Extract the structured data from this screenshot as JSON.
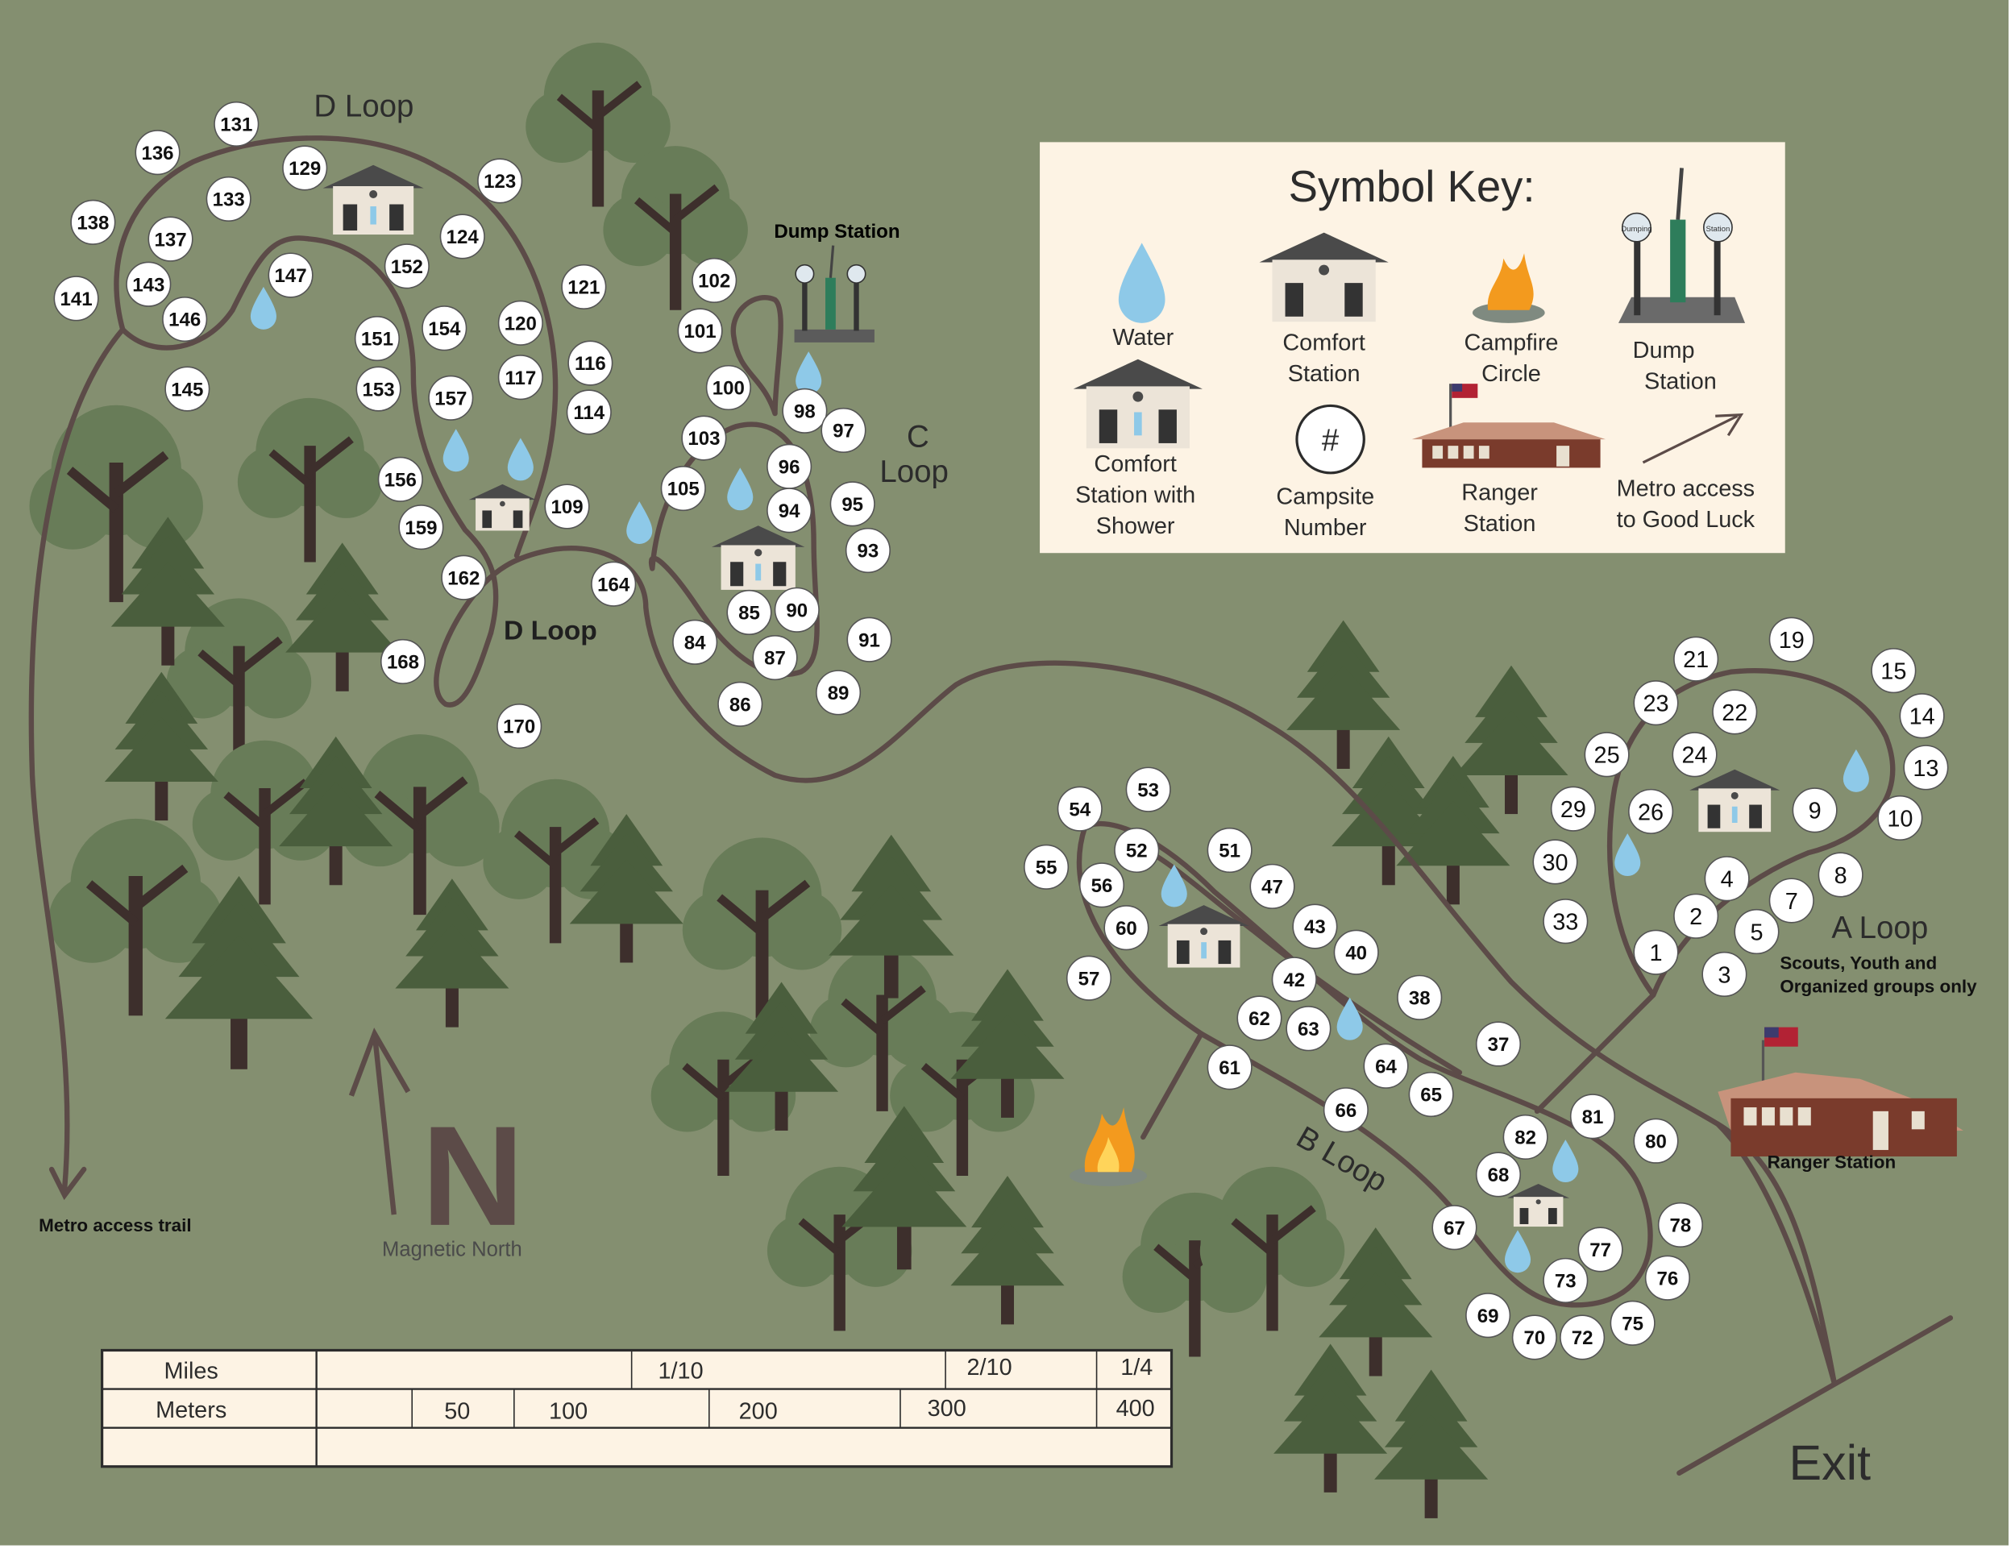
{
  "colors": {
    "background": "#848f70",
    "trail": "#5c4b48",
    "tree_dark": "#4a5e3d",
    "tree_light": "#687c58",
    "trunk": "#3d2f2c",
    "water": "#8ec9e8",
    "key_bg": "#fdf3e4",
    "site_fill": "#ffffff",
    "ranger_roof": "#c8937c",
    "ranger_wall": "#7a3b2c"
  },
  "loop_labels": {
    "d_loop_top": "D  Loop",
    "d_loop_mid": "D Loop",
    "c_loop_1": "C",
    "c_loop_2": "Loop",
    "b_loop": "B Loop",
    "a_loop": "A  Loop",
    "a_loop_note_1": "Scouts, Youth and",
    "a_loop_note_2": "Organized groups only"
  },
  "labels": {
    "dump_station": "Dump Station",
    "ranger_station": "Ranger Station",
    "metro_trail": "Metro access trail",
    "magnetic_north": "Magnetic North",
    "north_letter": "N",
    "exit": "Exit"
  },
  "key": {
    "title": "Symbol Key:",
    "water": "Water",
    "comfort_1": "Comfort",
    "comfort_2": "Station",
    "campfire_1": "Campfire",
    "campfire_2": "Circle",
    "dump_1": "Dump",
    "dump_2": "Station",
    "shower_1": "Comfort",
    "shower_2": "Station with",
    "shower_3": "Shower",
    "site_symbol": "#",
    "site_1": "Campsite",
    "site_2": "Number",
    "ranger_1": "Ranger",
    "ranger_2": "Station",
    "metro_1": "Metro access",
    "metro_2": "to Good Luck",
    "dump_sign_1": "Dumping",
    "dump_sign_2": "Station"
  },
  "scale": {
    "miles_label": "Miles",
    "meters_label": "Meters",
    "miles": [
      "1/10",
      "2/10",
      "1/4"
    ],
    "meters": [
      "50",
      "100",
      "200",
      "300",
      "400"
    ]
  },
  "sites_upper": [
    "131",
    "136",
    "138",
    "141",
    "129",
    "133",
    "137",
    "143",
    "146",
    "147",
    "145",
    "123",
    "124",
    "152",
    "121",
    "151",
    "154",
    "120",
    "153",
    "117",
    "116",
    "157",
    "114",
    "156",
    "109",
    "159",
    "162",
    "164",
    "168",
    "170",
    "102",
    "101",
    "100",
    "98",
    "97",
    "103",
    "96",
    "105",
    "94",
    "95",
    "93",
    "85",
    "90",
    "84",
    "87",
    "91",
    "86",
    "89"
  ],
  "sites_lower": [
    "53",
    "54",
    "55",
    "52",
    "56",
    "60",
    "57",
    "51",
    "47",
    "43",
    "40",
    "42",
    "62",
    "63",
    "38",
    "37",
    "61",
    "64",
    "65",
    "66",
    "81",
    "82",
    "80",
    "68",
    "67",
    "78",
    "77",
    "73",
    "76",
    "69",
    "70",
    "72",
    "75"
  ],
  "sites_a": [
    "19",
    "21",
    "15",
    "23",
    "22",
    "14",
    "25",
    "24",
    "13",
    "29",
    "26",
    "9",
    "10",
    "30",
    "4",
    "8",
    "7",
    "2",
    "33",
    "5",
    "1",
    "3"
  ]
}
